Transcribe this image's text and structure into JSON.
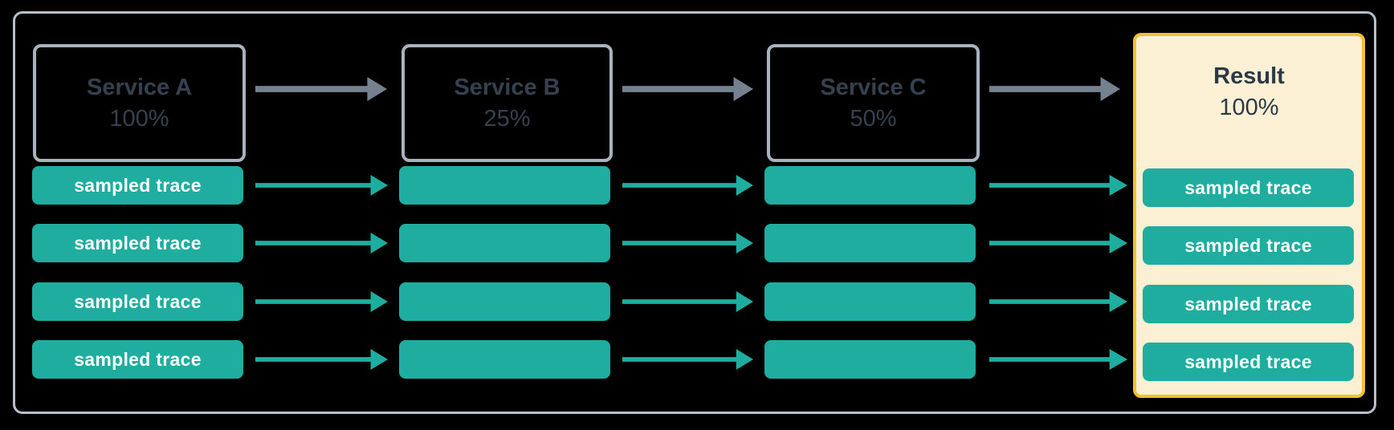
{
  "colors": {
    "background": "#000000",
    "outer_border": "#b6c0cb",
    "service_border": "#a9b3c0",
    "service_text": "#35414f",
    "arrow_gray": "#76818f",
    "teal": "#1ead9e",
    "trace_text": "#ffffff",
    "result_border": "#f0c233",
    "result_fill": "#fbf0d3",
    "result_text": "#2b3845"
  },
  "columns": [
    {
      "title": "Service A",
      "percent": "100%"
    },
    {
      "title": "Service B",
      "percent": "25%"
    },
    {
      "title": "Service C",
      "percent": "50%"
    },
    {
      "title": "Result",
      "percent": "100%"
    }
  ],
  "traces": {
    "service_a": [
      "sampled trace",
      "sampled trace",
      "sampled trace",
      "sampled trace"
    ],
    "service_b": [
      "",
      "",
      "",
      ""
    ],
    "service_c": [
      "",
      "",
      "",
      ""
    ],
    "result": [
      "sampled trace",
      "sampled trace",
      "sampled trace",
      "sampled trace"
    ]
  }
}
